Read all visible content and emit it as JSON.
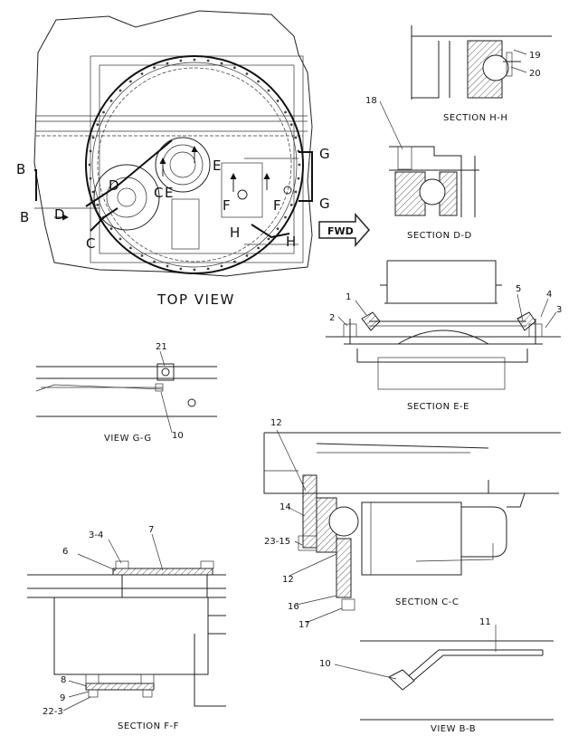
{
  "top_view": {
    "caption": "TOP VIEW",
    "markers": {
      "b_upper": "B",
      "b_lower": "B",
      "c_left": "C",
      "c_mid": "C",
      "d_left": "D",
      "d_mid": "D",
      "e_left": "E",
      "e_right": "E",
      "f_left": "F",
      "f_right": "F",
      "g_upper": "G",
      "g_lower": "G",
      "h_left": "H",
      "h_right": "H"
    },
    "fwd_label": "FWD"
  },
  "section_hh": {
    "caption": "SECTION H-H",
    "callouts": [
      "19",
      "20"
    ]
  },
  "section_dd": {
    "caption": "SECTION D-D",
    "callouts": [
      "18"
    ]
  },
  "section_ee": {
    "caption": "SECTION E-E",
    "callouts": [
      "1",
      "2",
      "5",
      "4",
      "3"
    ]
  },
  "view_gg": {
    "caption": "VIEW G-G",
    "callouts": [
      "21",
      "10"
    ]
  },
  "section_cc": {
    "caption": "SECTION C-C",
    "callouts": [
      "12",
      "14",
      "23-15",
      "12",
      "16",
      "17"
    ]
  },
  "section_ff": {
    "caption": "SECTION F-F",
    "callouts": [
      "3-4",
      "7",
      "6",
      "8",
      "9",
      "22-3"
    ]
  },
  "view_bb": {
    "caption": "VIEW B-B",
    "callouts": [
      "11",
      "10"
    ]
  }
}
